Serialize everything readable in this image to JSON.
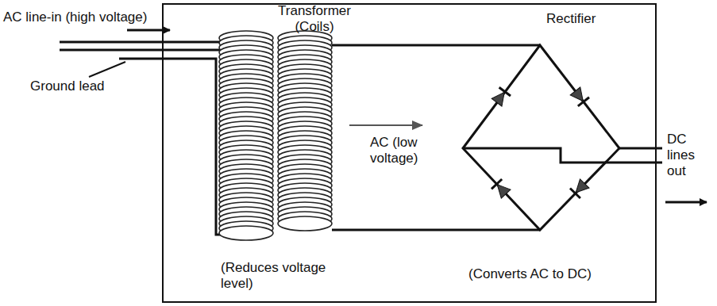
{
  "diagram": {
    "labels": [
      "AC line-in (high voltage)",
      "Transformer (Coils)",
      "Rectifier",
      "AC (low voltage)",
      "DC lines out",
      "Ground lead",
      "(Reduces voltage level)",
      "(Converts AC to DC)"
    ]
  }
}
